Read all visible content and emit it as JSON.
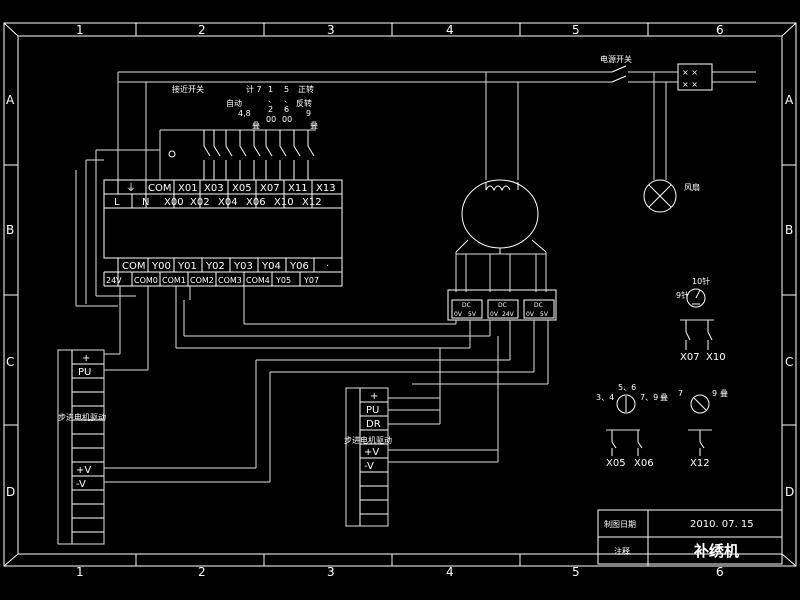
{
  "grid": {
    "columns": [
      "1",
      "2",
      "3",
      "4",
      "5",
      "6"
    ],
    "rows": [
      "A",
      "B",
      "C",
      "D"
    ]
  },
  "plc": {
    "top_terminals": [
      "⏚",
      "COM",
      "X01",
      "X03",
      "X05",
      "X07",
      "X11",
      "X13"
    ],
    "input_terminals": [
      "L",
      "N",
      "X00",
      "X02",
      "X04",
      "X06",
      "X10",
      "X12"
    ],
    "output_top": [
      "COM",
      "Y00",
      "Y01",
      "Y02",
      "Y03",
      "Y04",
      "Y06",
      "·"
    ],
    "output_bottom": [
      "24V",
      "COM0",
      "COM1",
      "COM2",
      "COM3",
      "COM4",
      "Y05",
      "Y07"
    ]
  },
  "switch_labels": {
    "main": "接近开关",
    "stitch": "计 7",
    "auto": "自动",
    "four": "4,8",
    "col1": [
      "1",
      "、",
      "2"
    ],
    "col2": [
      "5",
      "、",
      "6"
    ],
    "col3": [
      "00",
      "00"
    ],
    "dir": "正转",
    "dir2": "反转",
    "nine": "9",
    "mark": "叠"
  },
  "power_switch": "电源开关",
  "fan": "风扇",
  "driver_left": {
    "plus": "+",
    "pu": "PU",
    "title": "步进电机驱动",
    "v_plus": "+V",
    "v_minus": "-V"
  },
  "driver_right": {
    "plus": "+",
    "pu": "PU",
    "dr": "DR",
    "title": "步进电机驱动",
    "v_plus": "+V",
    "v_minus": "-V"
  },
  "small_blocks": [
    {
      "top": "DC",
      "left": "0V",
      "right": "5V"
    },
    {
      "top": "DC",
      "left": "0V",
      "right": "24V"
    },
    {
      "top": "DC",
      "left": "0V",
      "right": "5V"
    }
  ],
  "selector1": {
    "left": "9针",
    "right": "10针",
    "in1": "X07",
    "in2": "X10"
  },
  "selector2": {
    "left": "3、4",
    "top": "5、6",
    "right": "7、9",
    "mark": "叠"
  },
  "selector3": {
    "left": "7",
    "right": "9",
    "mark": "叠"
  },
  "bottom_inputs": {
    "a": "X05",
    "b": "X06",
    "c": "X12"
  },
  "title_block": {
    "date_label": "制图日期",
    "date_value": "2010. 07. 15",
    "note_label": "注释",
    "machine_name": "补绣机"
  }
}
